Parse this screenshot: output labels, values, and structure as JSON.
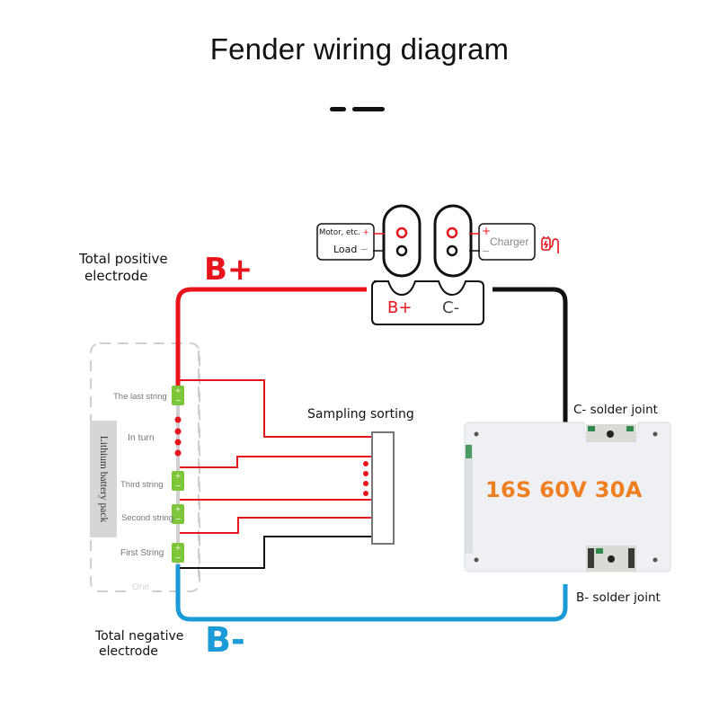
{
  "title": "Fender wiring diagram",
  "labels": {
    "total_positive": [
      "Total positive",
      "electrode"
    ],
    "total_negative": [
      "Total negative",
      "electrode"
    ],
    "b_plus": "B+",
    "b_minus": "B-",
    "sampling_sorting": "Sampling sorting",
    "c_solder_joint": "C- solder joint",
    "b_solder_joint": "B- solder joint"
  },
  "connector": {
    "b_plus": "B+",
    "c_minus": "C-"
  },
  "load_box": {
    "line1": "Motor, etc.",
    "line2": "Load",
    "plus": "+",
    "minus": "−"
  },
  "charger_box": {
    "label": "Charger",
    "plus": "+",
    "minus": "−",
    "icon": "charger-plug-icon"
  },
  "battery_pack": {
    "label": "Lithium battery pack",
    "bottom_label": "One",
    "middle_label": "In turn",
    "strings": [
      {
        "label": "The last string"
      },
      {
        "label": "Third string"
      },
      {
        "label": "Second string"
      },
      {
        "label": "First String"
      }
    ],
    "cell_plus": "+",
    "cell_minus": "−"
  },
  "bms_board": {
    "spec": "16S 60V 30A"
  },
  "colors": {
    "positive": "#e8141c",
    "negative": "#1a9ad6",
    "wire_black": "#111111",
    "cell_green": "#7cc63a",
    "spec_orange": "#f07f22",
    "board_bg": "#eef0f3"
  }
}
